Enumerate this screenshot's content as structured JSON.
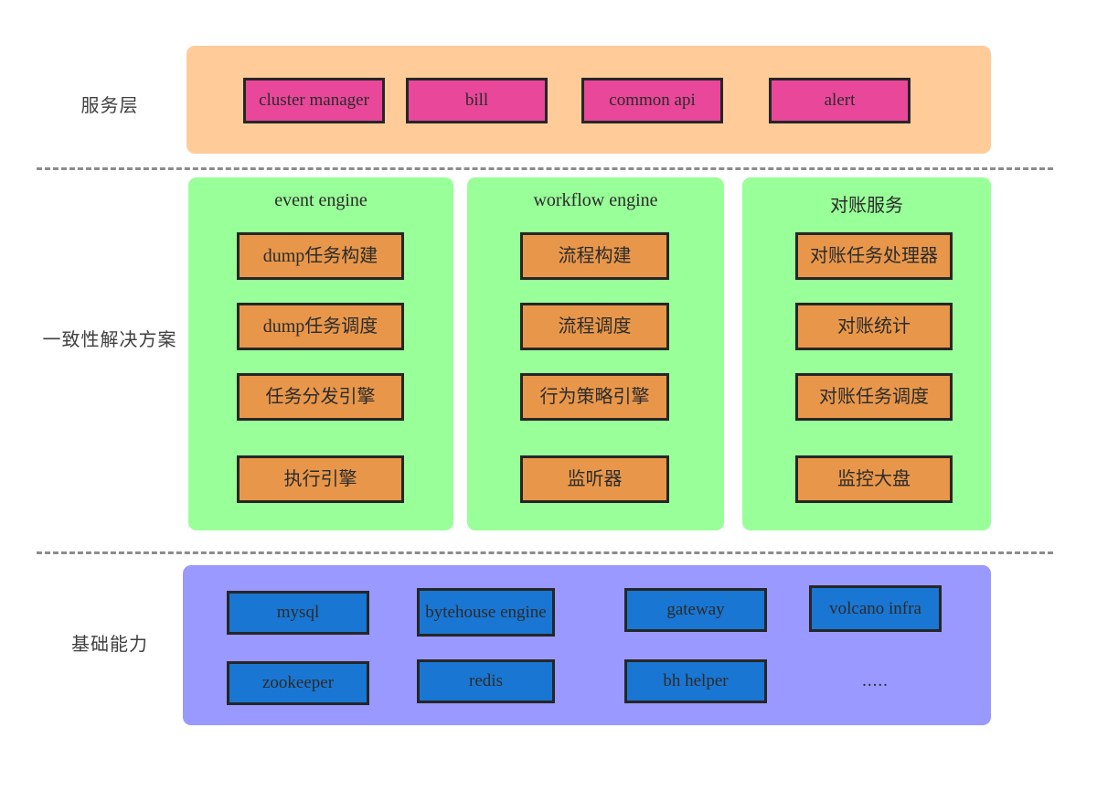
{
  "diagram": {
    "title": "",
    "colors": {
      "service_band": "#ffcc99",
      "service_node": "#e8479a",
      "group_band": "#99ff99",
      "group_node": "#e8974a",
      "infra_band": "#9999ff",
      "infra_node": "#1976d2",
      "separator": "#8c8c8c",
      "node_border": "#262626",
      "text": "#2b2b2b",
      "label_text": "#3f3f3f",
      "background": "#ffffff"
    }
  },
  "layers": {
    "service": {
      "label": "服务层",
      "nodes": [
        {
          "label": "cluster manager"
        },
        {
          "label": "bill"
        },
        {
          "label": "common api"
        },
        {
          "label": "alert"
        }
      ]
    },
    "consistency": {
      "label": "一致性解决方案",
      "groups": [
        {
          "title": "event engine",
          "nodes": [
            {
              "label": "dump任务构建"
            },
            {
              "label": "dump任务调度"
            },
            {
              "label": "任务分发引擎"
            },
            {
              "label": "执行引擎"
            }
          ]
        },
        {
          "title": "workflow engine",
          "nodes": [
            {
              "label": "流程构建"
            },
            {
              "label": "流程调度"
            },
            {
              "label": "行为策略引擎"
            },
            {
              "label": "监听器"
            }
          ]
        },
        {
          "title": "对账服务",
          "nodes": [
            {
              "label": "对账任务处理器"
            },
            {
              "label": "对账统计"
            },
            {
              "label": "对账任务调度"
            },
            {
              "label": "监控大盘"
            }
          ]
        }
      ]
    },
    "infra": {
      "label": "基础能力",
      "nodes": [
        {
          "label": "mysql"
        },
        {
          "label": "bytehouse engine"
        },
        {
          "label": "gateway"
        },
        {
          "label": "volcano infra"
        },
        {
          "label": "zookeeper"
        },
        {
          "label": "redis"
        },
        {
          "label": "bh helper"
        },
        {
          "label": "....."
        }
      ]
    }
  }
}
